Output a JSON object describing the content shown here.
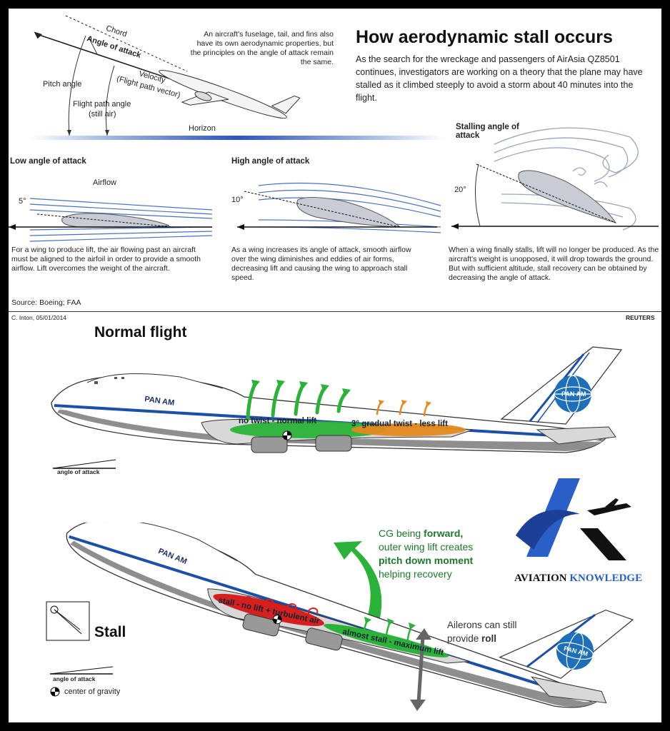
{
  "top": {
    "chord": "Chord",
    "angle_of_attack": "Angle of attack",
    "pitch_angle": "Pitch angle",
    "velocity": "Velocity",
    "flight_path_vector": "(Flight path vector)",
    "flight_path_angle": "Flight path angle",
    "still_air": "(still air)",
    "horizon": "Horizon",
    "fuselage_note": "An aircraft's fuselage, tail, and fins also have its own aerodynamic properties, but the principles on the angle of attack remain the same.",
    "title": "How aerodynamic stall occurs",
    "intro": "As the search for the wreckage and passengers of AirAsia QZ8501 continues, investigators are working on a theory that the plane may have stalled as it climbed steeply to avoid a storm about 40 minutes into the flight."
  },
  "panels": [
    {
      "heading": "Low angle of attack",
      "airflow": "Airflow",
      "angle": "5°",
      "caption": "For a wing to produce lift, the air flowing past an aircraft must be aligned to the airfoil in order to provide a smooth airflow. Lift overcomes the weight of the aircraft."
    },
    {
      "heading": "High angle of attack",
      "angle": "10°",
      "caption": "As a wing increases its angle of attack, smooth airflow over the wing diminishes and eddies of air forms, decreasing lift and causing the wing to approach stall speed."
    },
    {
      "heading": "Stalling angle of attack",
      "angle": "20°",
      "caption": "When a wing finally stalls, lift will no longer be produced. As the aircraft's weight is unopposed, it will drop towards the ground. But with sufficient altitude, stall recovery can be obtained by decreasing the angle of attack."
    }
  ],
  "source": "Source: Boeing; FAA",
  "credit": "C. Inton, 05/01/2014",
  "agency": "REUTERS",
  "normal": {
    "title": "Normal flight",
    "airline": "PAN AM",
    "no_twist": "no twist - normal lift",
    "gradual_twist": "3° gradual twist - less lift",
    "angle_of_attack": "angle of attack"
  },
  "stall": {
    "title": "Stall",
    "airline": "PAN AM",
    "stall_text": "stall - no lift + turbulent air",
    "almost_stall": "almost stall - maximum lift",
    "cg_line1_a": "CG being ",
    "cg_line1_b": "forward,",
    "cg_line2": "outer wing lift creates",
    "cg_line3": "pitch down moment",
    "cg_line4": "helping recovery",
    "ailerons_line1": "Ailerons can still",
    "ailerons_line2_a": "provide ",
    "ailerons_line2_b": "roll",
    "legend_aoa": "angle of attack",
    "legend_cg": "center of gravity"
  },
  "logo": {
    "text_a": "AVIATION ",
    "text_b": "KNOWLEDGE"
  },
  "colors": {
    "green": "#2bb339",
    "orange": "#e58a1f",
    "red": "#d61f1f",
    "blue": "#1c4fa8",
    "airflow": "#4a6fc0"
  }
}
